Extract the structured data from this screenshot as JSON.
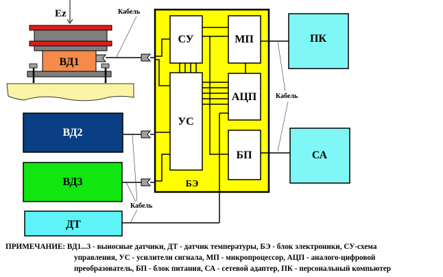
{
  "diagram": {
    "force_label": "Ez",
    "cable_label": "Кабель",
    "blocks": {
      "vd1": {
        "label": "ВД1",
        "color": "#f58a4b"
      },
      "vd2": {
        "label": "ВД2",
        "color": "#0b3f84"
      },
      "vd3": {
        "label": "ВД3",
        "color": "#11e611"
      },
      "dt": {
        "label": "ДТ",
        "color": "#5ef3f6"
      },
      "be": {
        "label": "БЭ",
        "color": "#ffff00"
      },
      "su": {
        "label": "СУ",
        "color": "#ffffff"
      },
      "us": {
        "label": "УС",
        "color": "#ffffff"
      },
      "mp": {
        "label": "МП",
        "color": "#ffffff"
      },
      "adc": {
        "label": "АЦП",
        "color": "#ffffff"
      },
      "bp": {
        "label": "БП",
        "color": "#ffffff"
      },
      "pk": {
        "label": "ПК",
        "color": "#7ff7f7"
      },
      "sa": {
        "label": "СА",
        "color": "#7ff7f7"
      }
    },
    "colors": {
      "plate_red": "#e21a1a",
      "plate_gray": "#7f7f7f",
      "ground": "#fbf4a5",
      "connector": "#a0a0a0"
    }
  },
  "note": {
    "line1": "ПРИМЕЧАНИЕ: ВД1...3 - выносные датчики, ДТ - датчик температуры, БЭ - блок электроники, СУ-схема",
    "line2": "управления, УС - усилители сигнала, МП - микропроцессор, АЦП - аналого-цифровой",
    "line3": "преобразователь, БП - блок питания, СА - сетевой адаптер, ПК - персональный компьютер"
  }
}
